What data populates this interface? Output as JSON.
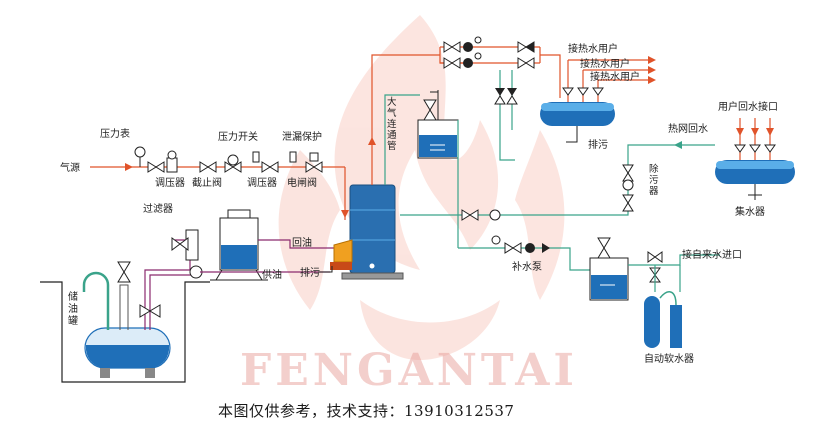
{
  "watermark": {
    "text": "FENGANTAI",
    "color": "#e8a09a"
  },
  "colors": {
    "water_pipe": "#3aa38a",
    "hot_pipe": "#e0532a",
    "oil_pipe": "#8b2a6e",
    "tank_blue": "#1f6fb8",
    "tank_light": "#5aaee8",
    "boiler": "#2a6fb0",
    "burner": "#f0a020"
  },
  "labels": {
    "hot_user_1": "接热水用户",
    "hot_user_2": "接热水用户",
    "hot_user_3": "接热水用户",
    "drain_top": "排污",
    "user_return": "用户回水接口",
    "heat_net_return": "热网回水",
    "desilter": "除污器",
    "water_collector": "集水器",
    "atm_pipe": "大气连通管",
    "pressure_gauge": "压力表",
    "pressure_switch": "压力开关",
    "leak_protect": "泄漏保护",
    "gas_source": "气源",
    "pressure_regulator": "调压器",
    "shutoff_valve": "截止阀",
    "regulator2": "调压器",
    "solenoid_valve": "电闸阀",
    "filter": "过滤器",
    "oil_return": "回油",
    "oil_supply": "供油",
    "drain_bottom": "排污",
    "makeup_pump": "补水泵",
    "tap_water_inlet": "接自来水进口",
    "softener": "自动软水器",
    "oil_tank": "储油罐"
  },
  "footer": "本图仅供参考，技术支持：13910312537"
}
